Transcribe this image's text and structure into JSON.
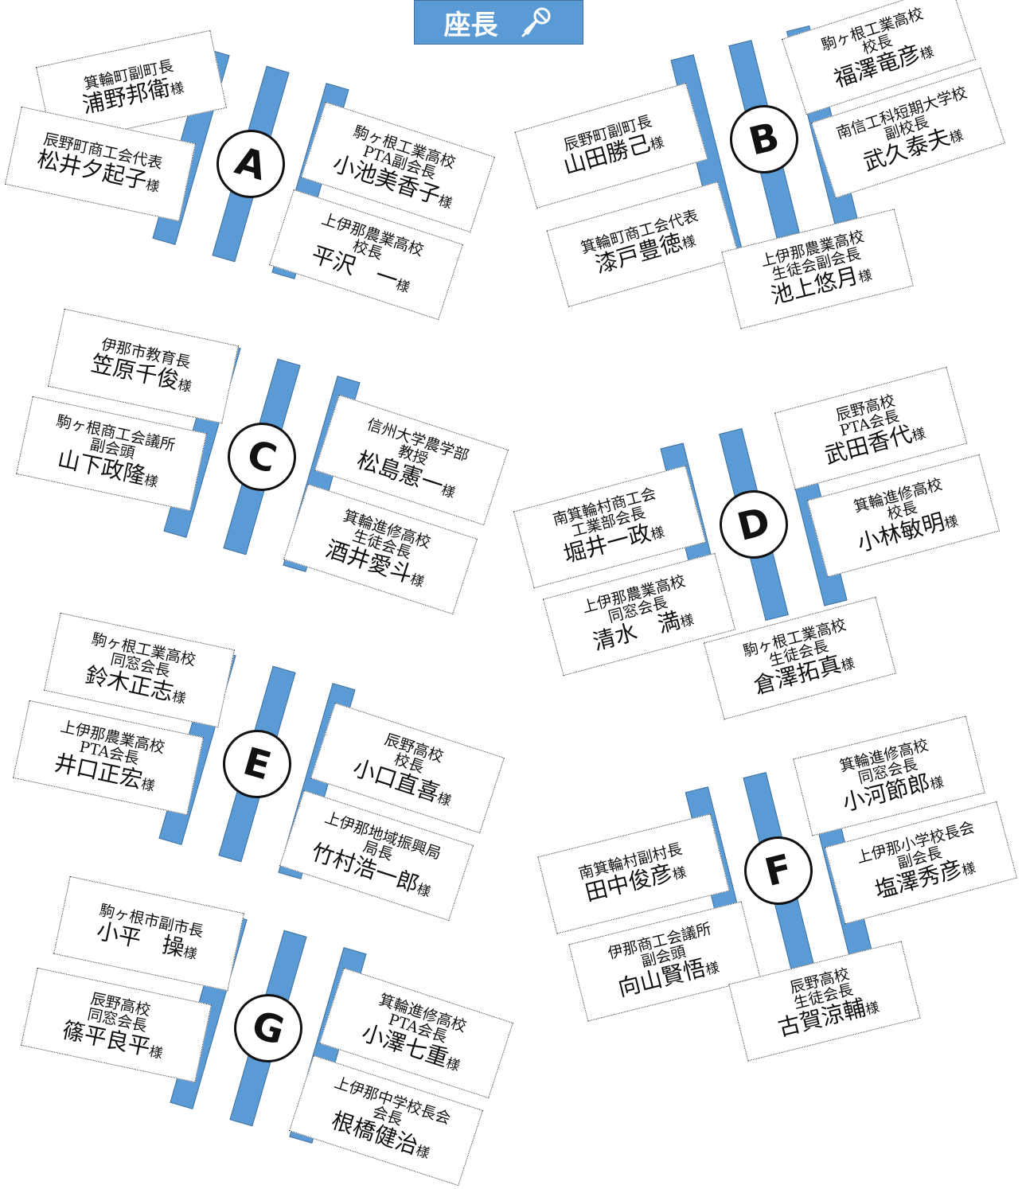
{
  "chairperson": {
    "label": "座長",
    "icon": "microphone-icon"
  },
  "honorific": "様",
  "tables": [
    {
      "letter": "A",
      "seats": [
        {
          "title": [
            "箕輪町副町長"
          ],
          "name": "浦野邦衛"
        },
        {
          "title": [
            "辰野町商工会代表"
          ],
          "name": "松井夕起子"
        },
        {
          "title": [
            "駒ヶ根工業高校",
            "PTA副会長"
          ],
          "name": "小池美香子"
        },
        {
          "title": [
            "上伊那農業高校",
            "校長"
          ],
          "name": "平沢　一"
        }
      ]
    },
    {
      "letter": "B",
      "seats": [
        {
          "title": [
            "駒ヶ根工業高校",
            "校長"
          ],
          "name": "福澤竜彦"
        },
        {
          "title": [
            "辰野町副町長"
          ],
          "name": "山田勝己"
        },
        {
          "title": [
            "南信工科短期大学校",
            "副校長"
          ],
          "name": "武久泰夫"
        },
        {
          "title": [
            "箕輪町商工会代表"
          ],
          "name": "漆戸豊徳"
        },
        {
          "title": [
            "上伊那農業高校",
            "生徒会副会長"
          ],
          "name": "池上悠月"
        }
      ]
    },
    {
      "letter": "C",
      "seats": [
        {
          "title": [
            "伊那市教育長"
          ],
          "name": "笠原千俊"
        },
        {
          "title": [
            "駒ヶ根商工会議所",
            "副会頭"
          ],
          "name": "山下政隆"
        },
        {
          "title": [
            "信州大学農学部",
            "教授"
          ],
          "name": "松島憲一"
        },
        {
          "title": [
            "箕輪進修高校",
            "生徒会長"
          ],
          "name": "酒井愛斗"
        }
      ]
    },
    {
      "letter": "D",
      "seats": [
        {
          "title": [
            "辰野高校",
            "PTA会長"
          ],
          "name": "武田香代"
        },
        {
          "title": [
            "南箕輪村商工会",
            "工業部会長"
          ],
          "name": "堀井一政"
        },
        {
          "title": [
            "箕輪進修高校",
            "校長"
          ],
          "name": "小林敏明"
        },
        {
          "title": [
            "上伊那農業高校",
            "同窓会長"
          ],
          "name": "清水　満"
        },
        {
          "title": [
            "駒ヶ根工業高校",
            "生徒会長"
          ],
          "name": "倉澤拓真"
        }
      ]
    },
    {
      "letter": "E",
      "seats": [
        {
          "title": [
            "駒ヶ根工業高校",
            "同窓会長"
          ],
          "name": "鈴木正志"
        },
        {
          "title": [
            "上伊那農業高校",
            "PTA会長"
          ],
          "name": "井口正宏"
        },
        {
          "title": [
            "辰野高校",
            "校長"
          ],
          "name": "小口直喜"
        },
        {
          "title": [
            "上伊那地域振興局",
            "局長"
          ],
          "name": "竹村浩一郎"
        }
      ]
    },
    {
      "letter": "F",
      "seats": [
        {
          "title": [
            "箕輪進修高校",
            "同窓会長"
          ],
          "name": "小河節郎"
        },
        {
          "title": [
            "南箕輪村副村長"
          ],
          "name": "田中俊彦"
        },
        {
          "title": [
            "上伊那小学校長会",
            "副会長"
          ],
          "name": "塩澤秀彦"
        },
        {
          "title": [
            "伊那商工会議所",
            "副会頭"
          ],
          "name": "向山賢悟"
        },
        {
          "title": [
            "辰野高校",
            "生徒会長"
          ],
          "name": "古賀涼輔"
        }
      ]
    },
    {
      "letter": "G",
      "seats": [
        {
          "title": [
            "駒ヶ根市副市長"
          ],
          "name": "小平　操"
        },
        {
          "title": [
            "辰野高校",
            "同窓会長"
          ],
          "name": "篠平良平"
        },
        {
          "title": [
            "箕輪進修高校",
            "PTA会長"
          ],
          "name": "小澤七重"
        },
        {
          "title": [
            "上伊那中学校長会",
            "会長"
          ],
          "name": "根橋健治"
        }
      ]
    }
  ]
}
